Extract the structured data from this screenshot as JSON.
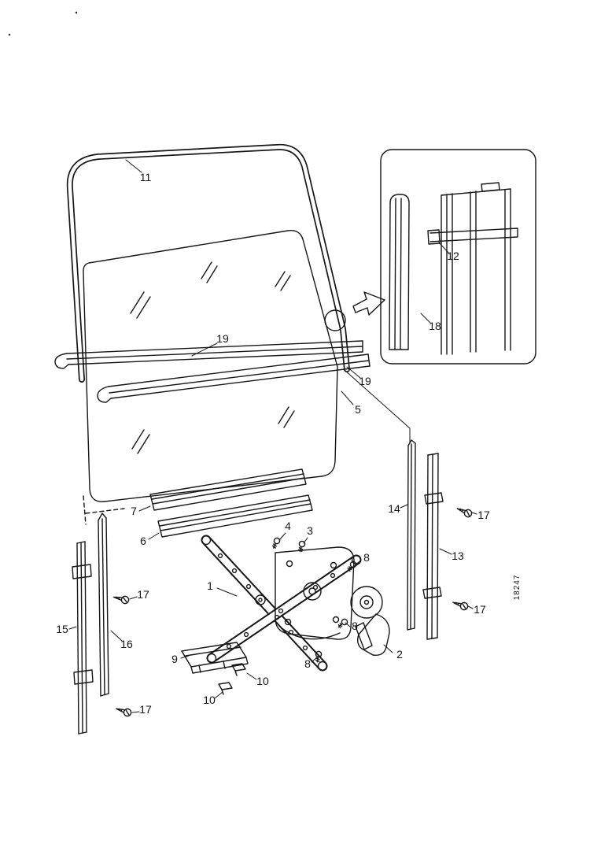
{
  "diagram": {
    "kind": "exploded-parts-diagram",
    "subject": "door window glass, frame and regulator assembly",
    "drawing_number": "18247",
    "ink_color": "#161616",
    "paper_color": "#ffffff",
    "callouts": {
      "frame": "11",
      "inset_bar": "12",
      "inset_channel": "18",
      "run_upper": "19",
      "run_lower": "19",
      "glass": "5",
      "rail_upper": "7",
      "rail_lower": "6",
      "channel_right_inner": "14",
      "screw_right_top": "17",
      "channel_right_outer": "13",
      "screw_right_bottom": "17",
      "bolt_top_left": "4",
      "bolt_top_right": "3",
      "bolt_plate": "8",
      "bolt_motor": "8",
      "regulator_arm": "1",
      "motor": "2",
      "bracket": "9",
      "clip_right": "10",
      "clip_left": "10",
      "bolt_bottom": "8",
      "channel_left_outer": "15",
      "channel_left_inner": "16",
      "screw_left_top": "17",
      "screw_left_bottom": "17"
    }
  }
}
